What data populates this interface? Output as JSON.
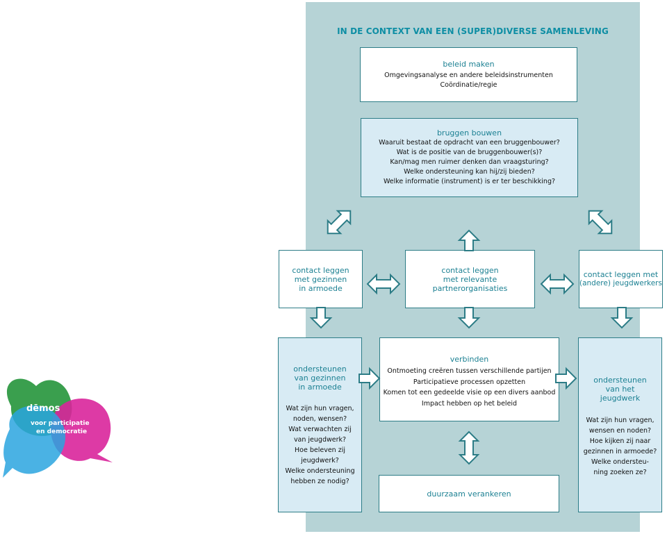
{
  "title": "IN DE CONTEXT VAN EEN (SUPER)DIVERSE SAMENLEVING",
  "beleid": {
    "heading": "beleid maken",
    "lines": [
      "Omgevingsanalyse en andere beleidsinstrumenten",
      "Coördinatie/regie"
    ]
  },
  "bruggen": {
    "heading": "bruggen bouwen",
    "lines": [
      "Waaruit bestaat de opdracht van een bruggenbouwer?",
      "Wat is de positie van de bruggenbouwer(s)?",
      "Kan/mag men ruimer denken dan vraagsturing?",
      "Welke ondersteuning kan hij/zij bieden?",
      "Welke informatie (instrument) is er ter beschikking?"
    ]
  },
  "contact": {
    "gezinnen": [
      "contact leggen",
      "met gezinnen",
      "in armoede"
    ],
    "partners": [
      "contact leggen",
      "met relevante",
      "partnerorganisaties"
    ],
    "jeugdwerkers": [
      "contact leggen met",
      "(andere) jeugdwerkers"
    ]
  },
  "ondersteunen_gezinnen": {
    "heading": [
      "ondersteunen",
      "van gezinnen",
      "in armoede"
    ],
    "lines": [
      "Wat zijn hun vragen,",
      "noden, wensen?",
      "Wat verwachten zij",
      "van jeugdwerk?",
      "Hoe beleven zij",
      "jeugdwerk?",
      "Welke ondersteuning",
      "hebben ze nodig?"
    ]
  },
  "verbinden": {
    "heading": "verbinden",
    "lines": [
      "Ontmoeting creëren tussen verschillende partijen",
      "Participatieve processen opzetten",
      "Komen tot een gedeelde visie op een divers aanbod",
      "Impact hebben op het beleid"
    ]
  },
  "verankeren": {
    "heading": "duurzaam verankeren"
  },
  "ondersteunen_jeugdwerk": {
    "heading": [
      "ondersteunen",
      "van het",
      "jeugdwerk"
    ],
    "lines": [
      "Wat zijn hun vragen,",
      "wensen en noden?",
      "Hoe kijken zij naar",
      "gezinnen in armoede?",
      "Welke ondersteu-",
      "ning zoeken ze?"
    ]
  },
  "logo": {
    "name": "dēmos",
    "tagline": [
      "voor participatie",
      "en democratie"
    ]
  },
  "colors": {
    "panel": "#b6d3d6",
    "accent": "#1d8193",
    "border": "#2c7c86",
    "light_box": "#d8ebf4",
    "logo_green": "#2f9a45",
    "logo_blue": "#2aa4df",
    "logo_magenta": "#d9259b"
  }
}
